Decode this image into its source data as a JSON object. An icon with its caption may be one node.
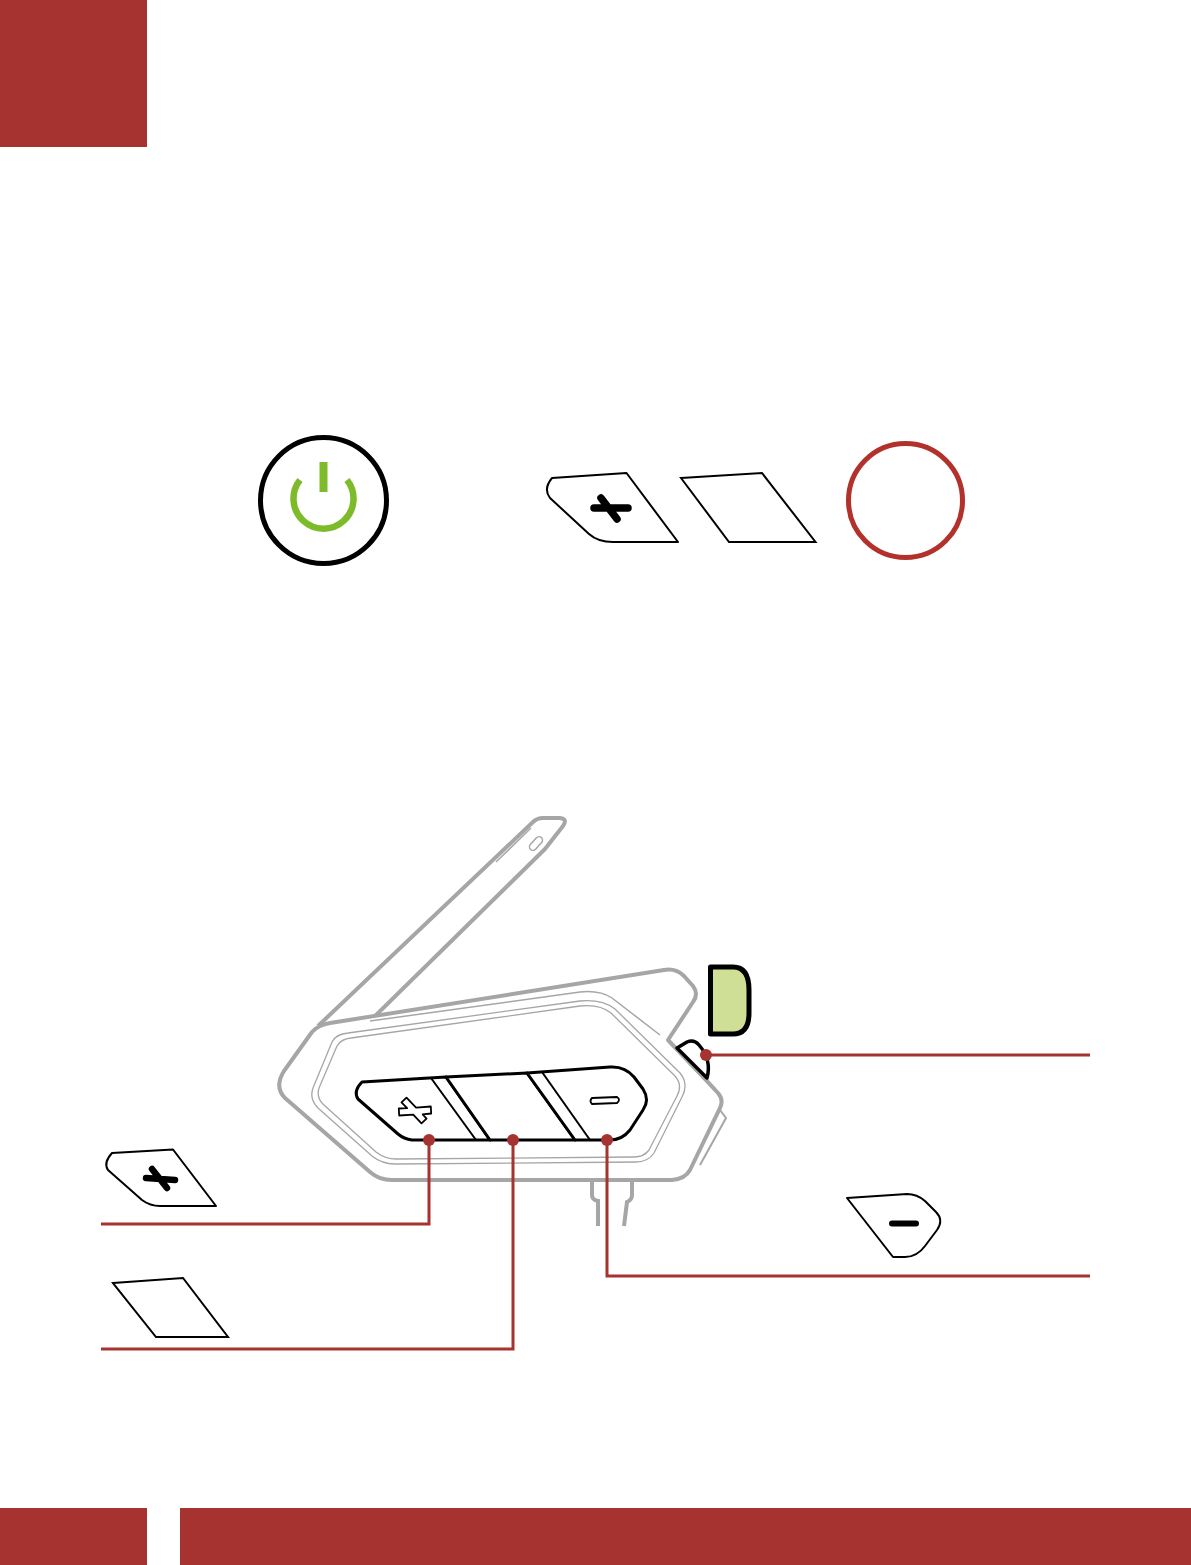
{
  "diagram": {
    "nodes": [
      {
        "text": [],
        "shape": "box"
      },
      {
        "text": [],
        "shape": "box"
      },
      {
        "text": [],
        "shape": "box"
      },
      {
        "text": [],
        "shape": "box"
      }
    ],
    "edges": [
      {
        "from": null,
        "to": 0,
        "arrow": "other"
      },
      {
        "from": null,
        "to": 1,
        "arrow": "other"
      },
      {
        "from": null,
        "to": 2,
        "arrow": "other"
      },
      {
        "from": null,
        "to": 3,
        "arrow": "other"
      }
    ]
  }
}
